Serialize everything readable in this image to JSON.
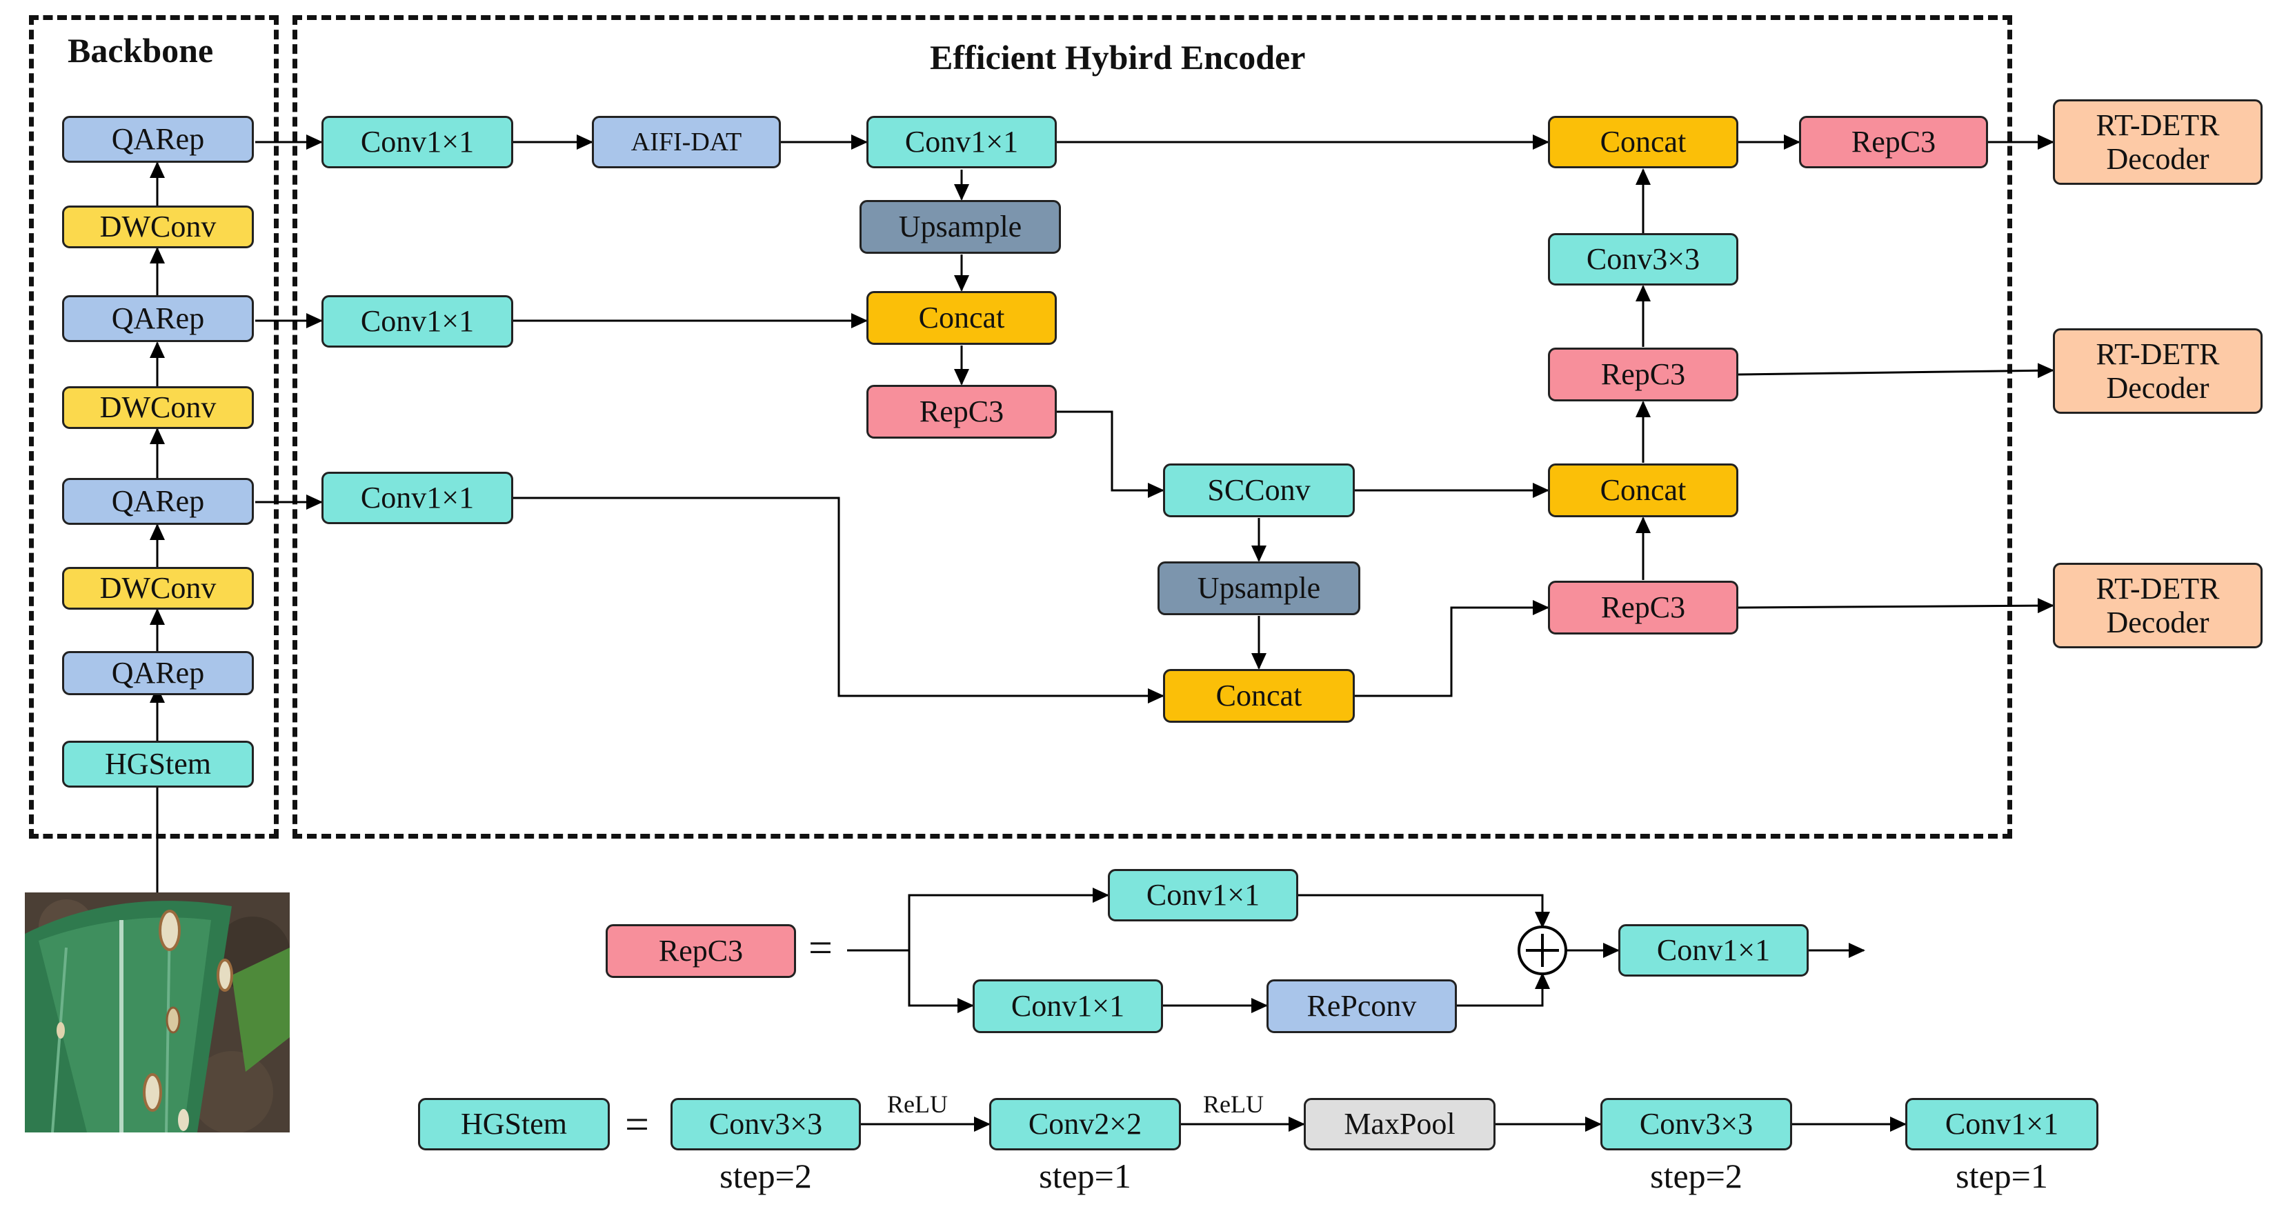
{
  "backbone": {
    "title": "Backbone",
    "blocks": [
      "QARep",
      "DWConv",
      "QARep",
      "DWConv",
      "QARep",
      "DWConv",
      "QARep",
      "HGStem"
    ]
  },
  "encoder": {
    "title": "Efficient Hybird Encoder",
    "conv1x1": "Conv1×1",
    "aifi": "AIFI-DAT",
    "upsample": "Upsample",
    "concat": "Concat",
    "repc3": "RepC3",
    "scconv": "SCConv",
    "conv3x3": "Conv3×3"
  },
  "decoder": {
    "label": "RT-DETR Decoder"
  },
  "repc3_def": {
    "name": "RepC3",
    "equals": "=",
    "conv": "Conv1×1",
    "repconv": "RePconv",
    "plus": "+"
  },
  "hgstem_def": {
    "name": "HGStem",
    "equals": "=",
    "steps": [
      {
        "op": "Conv3×3",
        "step": "step=2"
      },
      {
        "op": "Conv2×2",
        "step": "step=1"
      },
      {
        "op": "MaxPool"
      },
      {
        "op": "Conv3×3",
        "step": "step=2"
      },
      {
        "op": "Conv1×1",
        "step": "step=1"
      }
    ],
    "activation": "ReLU"
  },
  "colors": {
    "conv": "#7ee5dc",
    "qarep": "#a9c5ea",
    "dwconv": "#fbd94d",
    "concat": "#fbbf08",
    "repc3": "#f78f9b",
    "upsample": "#7c95ad",
    "decoder": "#fdcaa6",
    "maxpool": "#dedede"
  }
}
